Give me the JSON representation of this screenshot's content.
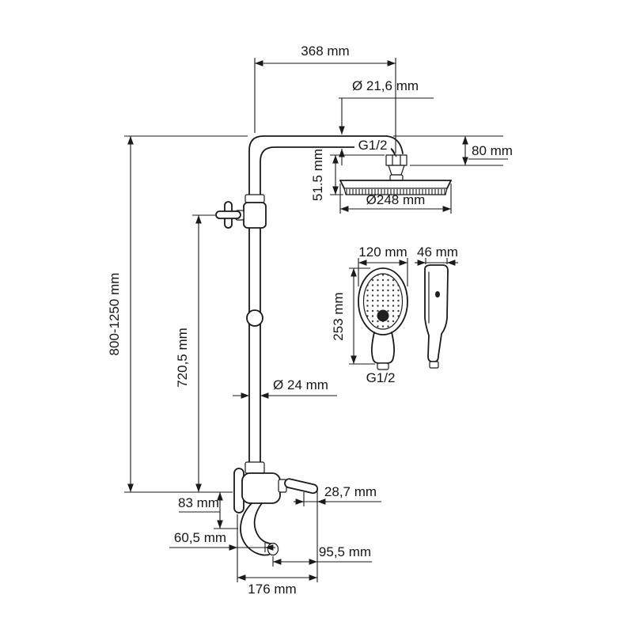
{
  "page": {
    "background": "#ffffff",
    "line_color": "#1a1a1a",
    "drawing_subject": "shower-system-dimensional-drawing"
  },
  "labels": {
    "dim_arm_offset": "368 mm",
    "dim_arm_pipe_diameter": "Ø 21,6 mm",
    "thread_arm": "G1/2",
    "dim_head_drop": "80 mm",
    "dim_head_height": "51.5 mm",
    "dim_head_diameter": "Ø248 mm",
    "dim_handshower_width": "120 mm",
    "dim_handshower_depth": "46 mm",
    "dim_handshower_length": "253 mm",
    "thread_handshower": "G1/2",
    "dim_column_height": "800-1250 mm",
    "dim_diverter_height": "720,5 mm",
    "dim_column_pipe_diameter": "Ø 24 mm",
    "dim_mixer_height": "83 mm",
    "dim_lever_overhang": "28,7 mm",
    "dim_spout_reach": "60,5 mm",
    "dim_spout_to_lever": "95,5 mm",
    "dim_mixer_depth": "176 mm"
  }
}
